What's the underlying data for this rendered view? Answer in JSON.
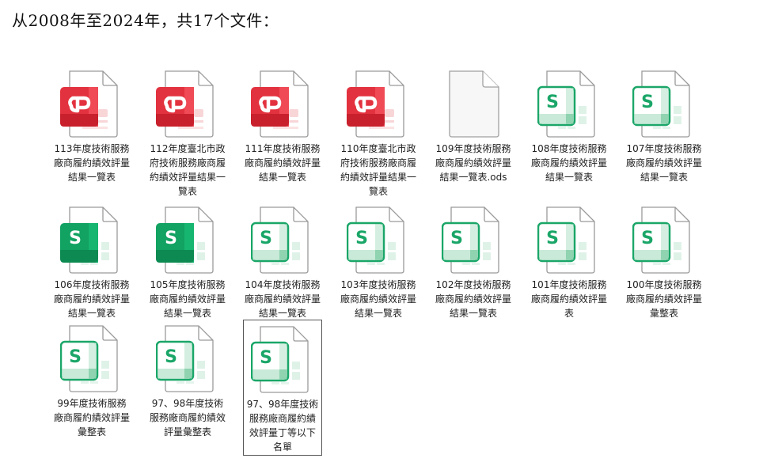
{
  "title": "从2008年至2024年，共17个文件：",
  "colors": {
    "pdf_red": "#e3323f",
    "pdf_red_dark": "#c8202c",
    "sheet_green_solid": "#12a262",
    "sheet_green_dark": "#0c8a52",
    "sheet_green_outline": "#1aa668",
    "file_border": "#9a9a9a"
  },
  "files": [
    {
      "label": "113年度技術服務廠商履約績效評量結果一覽表",
      "icon": "pdf-icon"
    },
    {
      "label": "112年度臺北市政府技術服務廠商履約績效評量結果一覽表",
      "icon": "pdf-icon"
    },
    {
      "label": "111年度技術服務廠商履約績效評量結果一覽表",
      "icon": "pdf-icon"
    },
    {
      "label": "110年度臺北市政府技術服務廠商履約績效評量結果一覽表",
      "icon": "pdf-icon"
    },
    {
      "label": "109年度技術服務廠商履約績效評量結果一覽表.ods",
      "icon": "blank-file-icon"
    },
    {
      "label": "108年度技術服務廠商履約績效評量結果一覽表",
      "icon": "spreadsheet-outline-icon"
    },
    {
      "label": "107年度技術服務廠商履約績效評量結果一覽表",
      "icon": "spreadsheet-outline-icon"
    },
    {
      "label": "106年度技術服務廠商履約績效評量結果一覽表",
      "icon": "spreadsheet-solid-icon"
    },
    {
      "label": "105年度技術服務廠商履約績效評量結果一覽表",
      "icon": "spreadsheet-solid-icon"
    },
    {
      "label": "104年度技術服務廠商履約績效評量結果一覽表",
      "icon": "spreadsheet-outline-icon"
    },
    {
      "label": "103年度技術服務廠商履約績效評量結果一覽表",
      "icon": "spreadsheet-outline-icon"
    },
    {
      "label": "102年度技術服務廠商履約績效評量結果一覽表",
      "icon": "spreadsheet-outline-icon"
    },
    {
      "label": "101年度技術服務廠商履約績效評量表",
      "icon": "spreadsheet-outline-icon"
    },
    {
      "label": "100年度技術服務廠商履約績效評量彙整表",
      "icon": "spreadsheet-outline-icon"
    },
    {
      "label": "99年度技術服務廠商履約績效評量彙整表",
      "icon": "spreadsheet-outline-icon"
    },
    {
      "label": "97、98年度技術服務廠商履約績效評量彙整表",
      "icon": "spreadsheet-outline-icon"
    },
    {
      "label": "97、98年度技術服務廠商履約績效評量丁等以下名單",
      "icon": "spreadsheet-outline-icon",
      "selected": true
    }
  ]
}
